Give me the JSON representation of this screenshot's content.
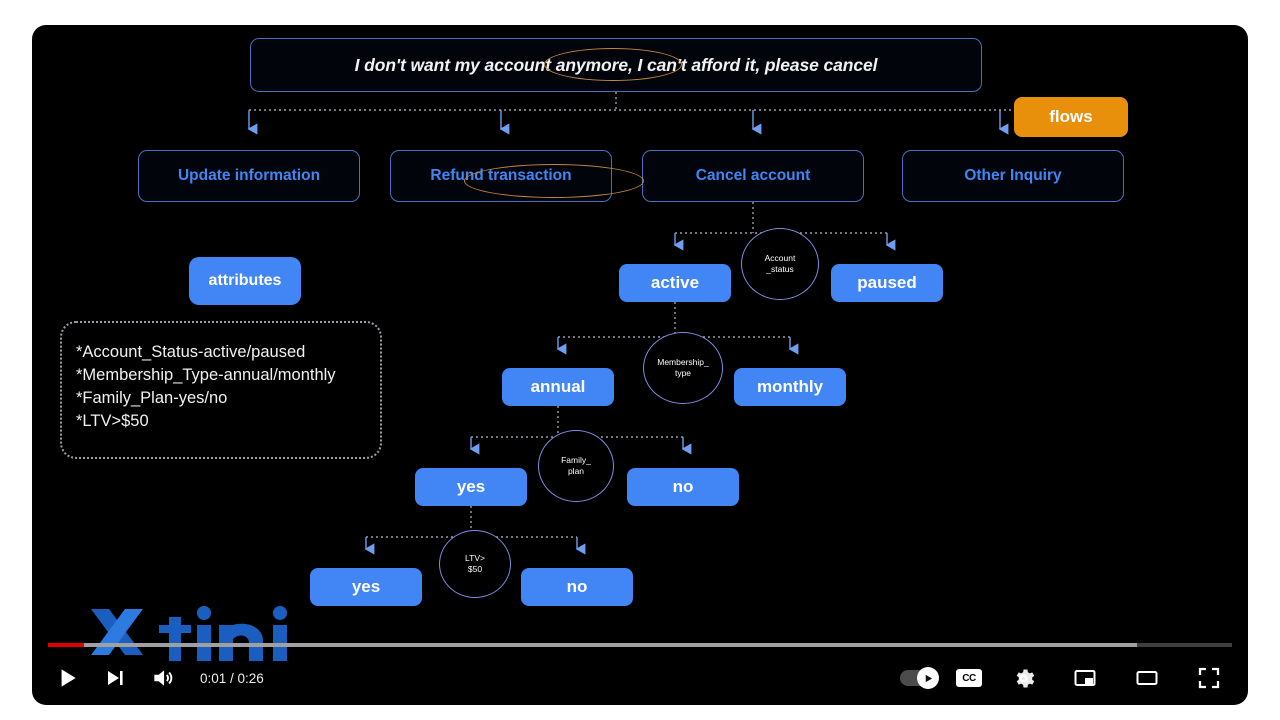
{
  "player": {
    "time_current": "0:01",
    "time_separator": "/",
    "time_total": "0:26",
    "time_display": "0:01 / 0:26",
    "progress_played_pct": 3,
    "progress_loaded_pct": 92,
    "played_color": "#e00000",
    "loaded_color": "#a0a0a0",
    "controls_left": [
      {
        "name": "play-button",
        "icon": "play-icon"
      },
      {
        "name": "next-button",
        "icon": "next-track-icon"
      },
      {
        "name": "volume-button",
        "icon": "volume-icon"
      }
    ],
    "controls_right": [
      {
        "name": "autoplay-toggle",
        "icon": "autoplay-toggle-icon",
        "state": "on"
      },
      {
        "name": "subtitles-button",
        "icon": "closed-captions-icon",
        "label": "CC"
      },
      {
        "name": "settings-button",
        "icon": "gear-icon"
      },
      {
        "name": "miniplayer-button",
        "icon": "miniplayer-icon"
      },
      {
        "name": "theater-button",
        "icon": "theater-mode-icon"
      },
      {
        "name": "fullscreen-button",
        "icon": "fullscreen-icon"
      }
    ]
  },
  "diagram": {
    "utterance": "I don't want my account anymore, I can't afford it, please cancel",
    "flows_badge": "flows",
    "attributes_pill": "attributes",
    "attributes_list": [
      "*Account_Status-active/paused",
      "*Membership_Type-annual/monthly",
      "*Family_Plan-yes/no",
      "*LTV>$50"
    ],
    "intents": [
      {
        "label": "Update information"
      },
      {
        "label": "Refund transaction"
      },
      {
        "label": "Cancel account",
        "annotated": true
      },
      {
        "label": "Other Inquiry"
      }
    ],
    "branches": [
      {
        "attribute_line1": "Account",
        "attribute_line2": "_status",
        "left_value": "active",
        "right_value": "paused"
      },
      {
        "attribute_line1": "Membership_",
        "attribute_line2": "type",
        "left_value": "annual",
        "right_value": "monthly"
      },
      {
        "attribute_line1": "Family_",
        "attribute_line2": "plan",
        "left_value": "yes",
        "right_value": "no"
      },
      {
        "attribute_line1": "LTV>",
        "attribute_line2": "$50",
        "left_value": "yes",
        "right_value": "no"
      }
    ],
    "watermark": "fini",
    "colors": {
      "pill_blue": "#4285f4",
      "box_border_blue": "#4a6fbf",
      "intent_text_blue": "#3f87f5",
      "flows_orange": "#e8900c",
      "annotation_orange": "#c08a3e",
      "background": "#000000"
    }
  }
}
